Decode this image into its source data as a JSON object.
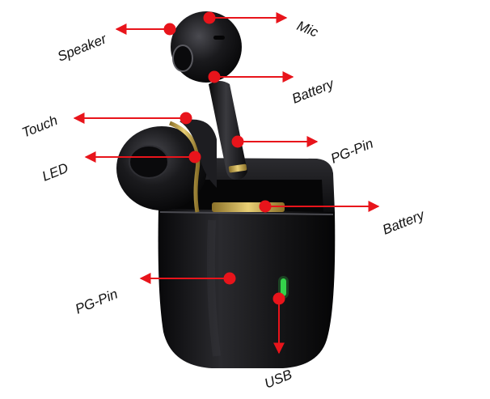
{
  "diagram": {
    "labels": {
      "speaker": "Speaker",
      "mic": "Mic",
      "battery_bud": "Battery",
      "touch": "Touch",
      "led": "LED",
      "pg_pin_bud": "PG-Pin",
      "battery_case": "Battery",
      "pg_pin_case": "PG-Pin",
      "usb": "USB"
    },
    "colors": {
      "callout": "#e8141b",
      "case": "#1c1c1f",
      "earbud": "#17171a",
      "gold": "#c8a646",
      "led_light": "#34d24a"
    }
  }
}
